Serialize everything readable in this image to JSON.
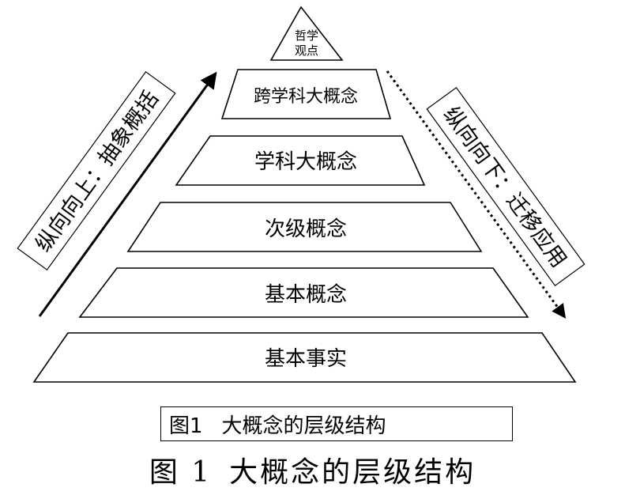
{
  "pyramid": {
    "levels": [
      {
        "lines": [
          "哲学",
          "观点"
        ]
      },
      {
        "lines": [
          "跨学科大概念"
        ]
      },
      {
        "lines": [
          "学科大概念"
        ]
      },
      {
        "lines": [
          "次级概念"
        ]
      },
      {
        "lines": [
          "基本概念"
        ]
      },
      {
        "lines": [
          "基本事实"
        ]
      }
    ]
  },
  "left_label": "纵向向上：抽象概括",
  "right_label": "纵向向下：迁移应用",
  "caption_box": {
    "figure": "图1",
    "title": "大概念的层级结构"
  },
  "figure_title": {
    "figure": "图 1",
    "title": "大概念的层级结构"
  }
}
